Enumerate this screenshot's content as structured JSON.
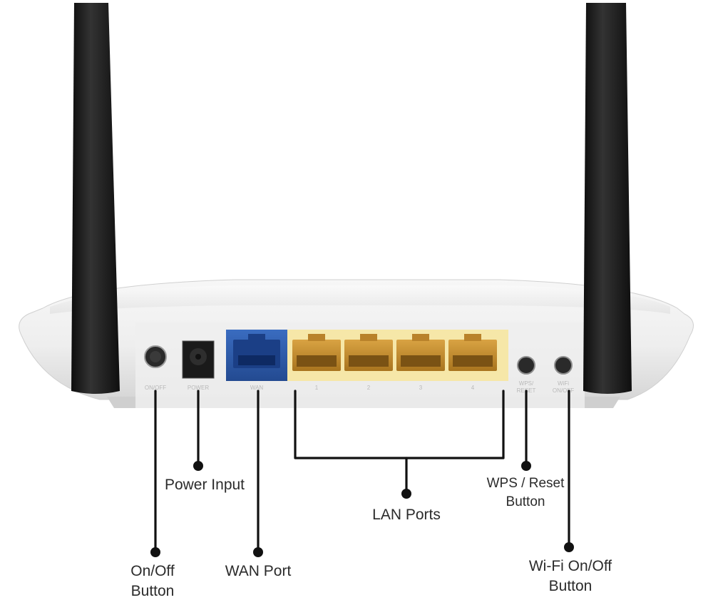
{
  "callouts": {
    "power_input": "Power Input",
    "lan_ports": "LAN Ports",
    "wps_reset_line1": "WPS / Reset",
    "wps_reset_line2": "Button",
    "on_off_line1": "On/Off",
    "on_off_line2": "Button",
    "wan_port": "WAN Port",
    "wifi_line1": "Wi-Fi On/Off",
    "wifi_line2": "Button"
  },
  "colors": {
    "wan_port": "#2f5dab",
    "lan_panel": "#f6e7a8",
    "lan_jack": "#c8922e",
    "antenna": "#1b1b1b",
    "router_body": "#f1f1f1"
  }
}
